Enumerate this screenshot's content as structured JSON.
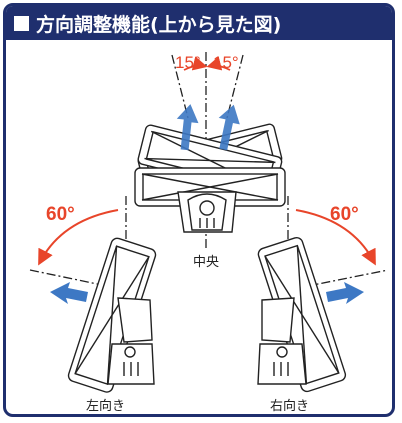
{
  "title": "方向調整機能(上から見た図)",
  "labels": {
    "angle_left_small": "15°",
    "angle_right_small": "15°",
    "angle_left_big": "60°",
    "angle_right_big": "60°",
    "center": "中央",
    "left_facing": "左向き",
    "right_facing": "右向き"
  },
  "colors": {
    "frame": "#1f2f6e",
    "angle_arc": "#e8452a",
    "direction_arrow": "#3d78c4"
  }
}
